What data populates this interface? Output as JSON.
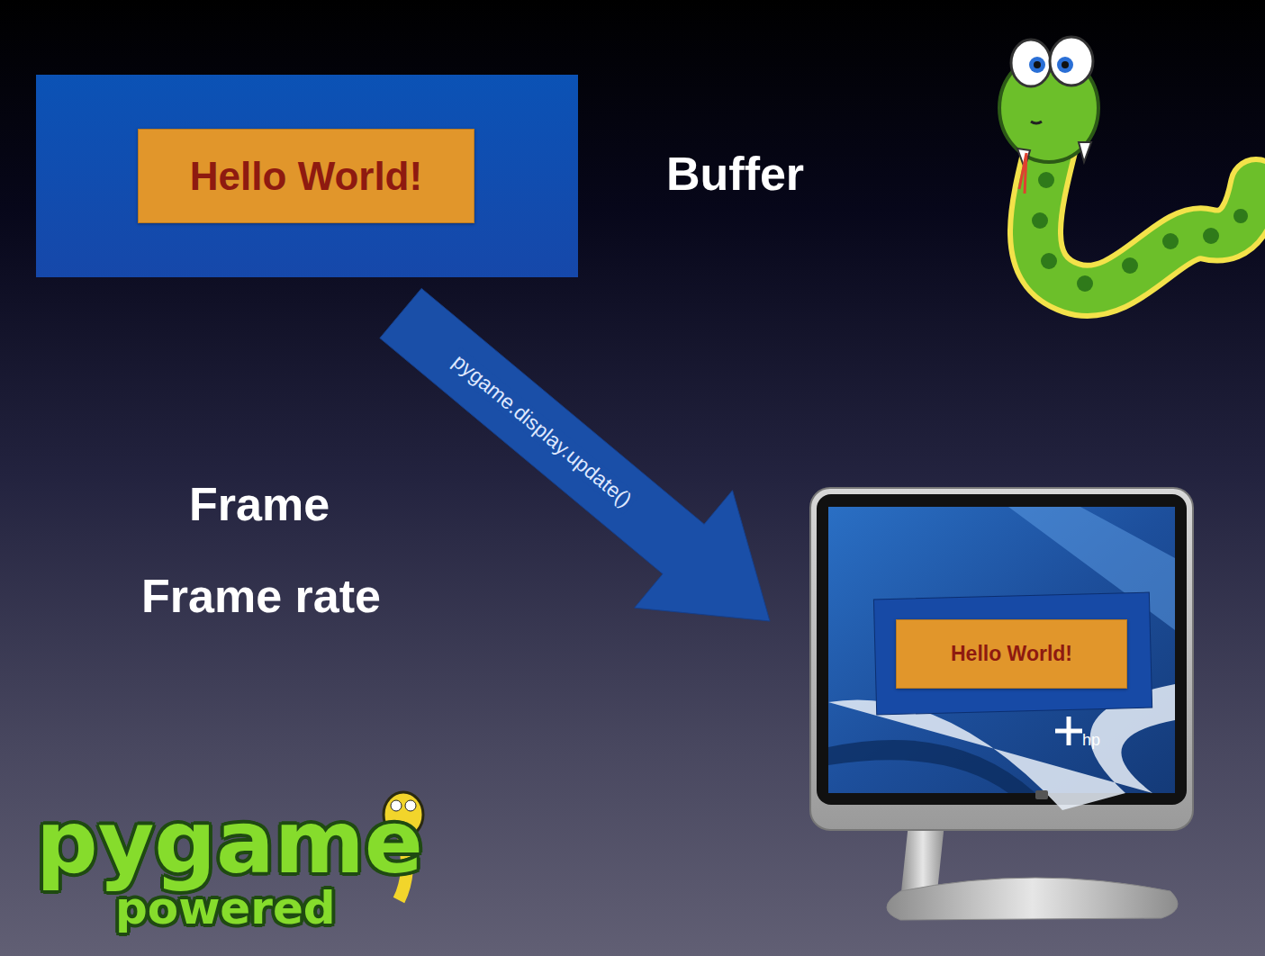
{
  "diagram": {
    "nodes": [
      {
        "text": [
          "Buffer"
        ]
      },
      {
        "text": [
          "Hello World!"
        ],
        "in": 0
      },
      {
        "text": [
          "Hello World!"
        ]
      }
    ],
    "edges": [
      {
        "from": 0,
        "to": 2,
        "arrow": "to",
        "label": "pygame.display.update()"
      }
    ],
    "labels": [
      "Frame",
      "Frame rate",
      "hp",
      "pygame",
      "powered"
    ]
  }
}
